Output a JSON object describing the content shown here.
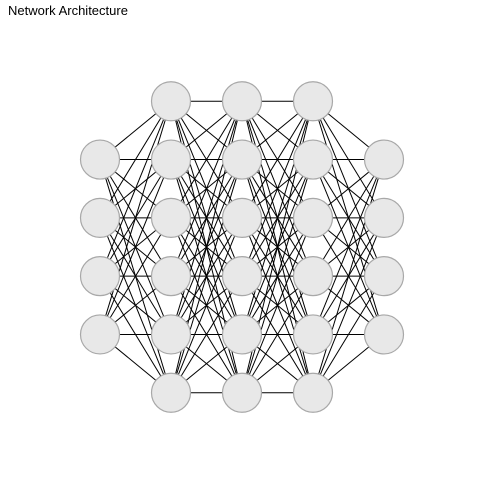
{
  "title": "Network Architecture",
  "colors": {
    "node_fill": "#e8e8e8",
    "node_stroke": "#a8a8a8",
    "edge": "#000000",
    "background": "#ffffff"
  },
  "network": {
    "layers": [
      4,
      6,
      6,
      6,
      4
    ],
    "connectivity": "fully-connected between adjacent layers"
  }
}
